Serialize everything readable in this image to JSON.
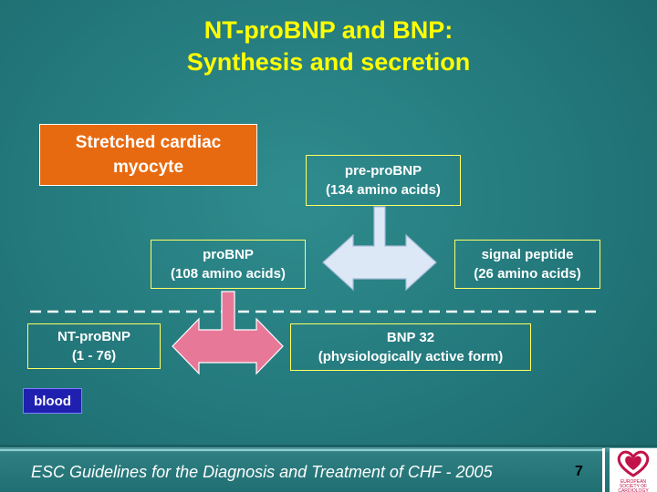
{
  "title": {
    "line1": "NT-proBNP and BNP:",
    "line2": "Synthesis and secretion"
  },
  "nodes": {
    "myocyte": {
      "line1": "Stretched cardiac",
      "line2": "myocyte"
    },
    "pre_probnp": {
      "line1": "pre-proBNP",
      "line2": "(134 amino acids)"
    },
    "probnp": {
      "line1": "proBNP",
      "line2": "(108 amino acids)"
    },
    "signal_peptide": {
      "line1": "signal peptide",
      "line2": "(26 amino acids)"
    },
    "nt_probnp": {
      "line1": "NT-proBNP",
      "line2": "(1 - 76)"
    },
    "bnp32": {
      "line1": "BNP 32",
      "line2": "(physiologically active form)"
    }
  },
  "blood_label": "blood",
  "footer": {
    "text": "ESC Guidelines for the Diagnosis and Treatment of CHF - 2005",
    "page": "7"
  },
  "logo": {
    "text": "EUROPEAN SOCIETY OF CARDIOLOGY"
  },
  "colors": {
    "title": "#ffff00",
    "myocyte_fill": "#e86a10",
    "upper_arrow_fill": "#dde8f6",
    "lower_arrow_fill": "#e87898",
    "blood_fill": "#2020b0",
    "dashed_line": "#ffffff",
    "box_border": "#ffff66"
  }
}
